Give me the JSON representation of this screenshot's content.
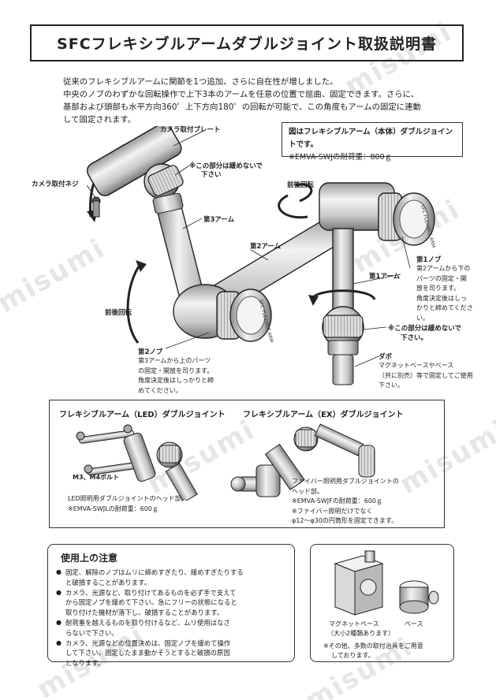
{
  "title": "SFCフレキシブルアームダブルジョイント取扱説明書",
  "intro": [
    "従来のフレキシブルアームに関節を1つ追加、さらに自在性が増しました。",
    "中央のノブのわずかな回転操作で上下3本のアームを任意の位置で屈曲、固定できます。さらに、",
    "基部および頭部も水平方向360゜上下方向180゜の回転が可能で、この角度もアームの固定に連動",
    "して固定されます。"
  ],
  "note_box": {
    "line1": "図はフレキシブルアーム（本体）ダブルジョイントです。",
    "line2": "※EMVA-SWJの耐荷重：800ｇ"
  },
  "labels": {
    "camera_plate": "カメラ取付プレート",
    "camera_screw": "カメラ取付ネジ",
    "no_loosen_1_a": "※この部分は緩めないで",
    "no_loosen_1_b": "下さい",
    "arm3": "第3アーム",
    "arm2": "第2アーム",
    "arm1": "第1アーム",
    "rotate_front_back_1": "前後回転",
    "rotate_front_back_2": "前後回転",
    "knob1": "第1ノブ",
    "knob1_desc": [
      "第2アームから下の",
      "パーツの固定・開",
      "放を司ります。",
      "角度決定後はしっ",
      "かりと締めてくださ",
      "い。"
    ],
    "no_loosen_2_a": "※この部分は緩めないで",
    "no_loosen_2_b": "下さい。",
    "dabo": "ダボ",
    "dabo_desc": [
      "マグネットベースやベース",
      "（共に別売）等で固定してご使用",
      "下さい。"
    ],
    "knob2": "第2ノブ",
    "knob2_desc": [
      "第3アームから上のパーツ",
      "の固定・開放を司ります。",
      "角度決定後はしっかりと締",
      "めてください。"
    ],
    "knob_text": "SFC FLEXIBLE ARM"
  },
  "variants": {
    "led_title": "フレキシブルアーム（LED）ダブルジョイント",
    "ex_title": "フレキシブルアーム（EX）ダブルジョイント",
    "bolt_label": "M3、M4ボルト",
    "led_desc": [
      "LED照明用ダブルジョイントのヘッド部。",
      "※EMVA-SWJLの耐荷重：600ｇ"
    ],
    "ex_desc": [
      "ファイバー照明用ダブルジョイントの",
      "ヘッド部。",
      "※EMVA-SWJFの耐荷重：600ｇ",
      "※ファイバー照明だけでなく",
      "φ12～φ30の円筒形を固定できます。"
    ]
  },
  "caution": {
    "title": "使用上の注意",
    "items": [
      [
        "固定、解除のノブはムリに締めすぎたり、緩めすぎたりする",
        "と破損することがあります。"
      ],
      [
        "カメラ、光源など、取り付けてあるものを必ず手で支えて",
        "から固定ノブを緩めて下さい。急にフリーの状態になると",
        "取り付けた機材が落下し、破損することがあります。"
      ],
      [
        "耐荷重を越えるものを取り付けるなど、ムリ使用はなさ",
        "らないで下さい。"
      ],
      [
        "カメラ、光源などの位置決めは、固定ノブを緩めて操作",
        "して下さい。固定したまま動かそうとすると破損の原因",
        "となります。"
      ]
    ]
  },
  "bases": {
    "magnet_label_1": "マグネットベース",
    "magnet_label_2": "（大小2種類あります）",
    "base_label": "ベース",
    "note_1": "※その他、多数の取付治具をご用意",
    "note_2": "しております。"
  },
  "watermark": "misumi",
  "colors": {
    "line": "#222222",
    "metal_light": "#e9e9e9",
    "metal_mid": "#bdbdbd",
    "metal_dark": "#6d6d6d",
    "watermark": "#e6e6e6"
  }
}
